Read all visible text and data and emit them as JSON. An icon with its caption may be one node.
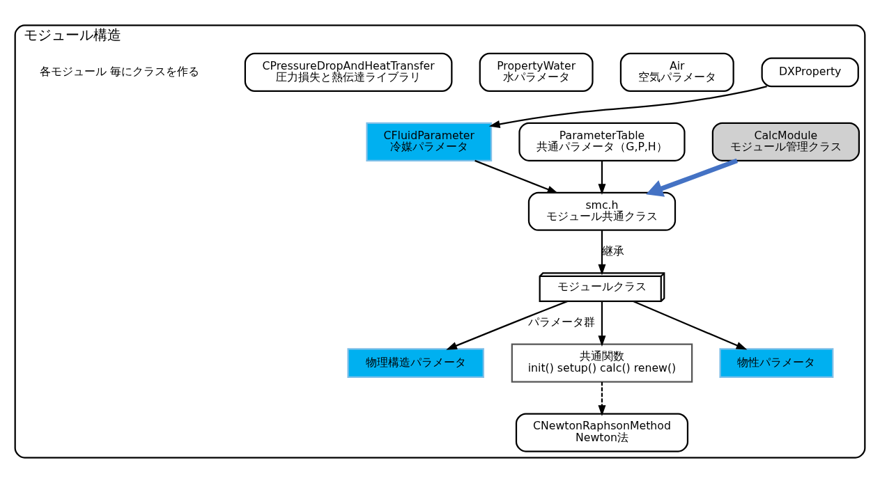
{
  "diagram": {
    "nodes": [
      {
        "text": [
          "モジュール構造"
        ]
      },
      {
        "text": [
          "CalcModule",
          "モジュール管理クラス"
        ],
        "in": 0
      },
      {
        "text": [
          "smc.h",
          "モジュール共通クラス"
        ],
        "in": 0
      },
      {
        "text": [
          "ParameterTable",
          "共通パラメータ（G,P,H）"
        ],
        "in": 0
      },
      {
        "text": [
          "CFluidParameter",
          "冷媒パラメータ"
        ],
        "in": 0
      },
      {
        "text": [
          "DXProperty"
        ],
        "in": 0
      },
      {
        "text": [
          "モジュールクラス"
        ],
        "in": 0
      },
      {
        "text": [
          "物理構造パラメータ"
        ],
        "in": 0
      },
      {
        "text": [
          "Air",
          "空気パラメータ"
        ],
        "in": 0
      },
      {
        "text": [
          "PropertyWater",
          "水パラメータ"
        ],
        "in": 0
      },
      {
        "text": [
          "CPressureDropAndHeatTransfer",
          "圧力損失と熱伝達ライブラリ"
        ],
        "in": 0
      },
      {
        "text": [
          "共通関数",
          "init() setup() calc() renew()"
        ],
        "in": 0
      },
      {
        "text": [
          "物性パラメータ"
        ],
        "in": 0
      },
      {
        "text": [
          "CNewtonRaphsonMethod",
          "Newton法"
        ],
        "in": 0
      }
    ],
    "edges": [
      {
        "from": 1,
        "to": 2,
        "arrow": "to",
        "style": "thick",
        "color": "#4472c4"
      },
      {
        "from": 3,
        "to": 2,
        "arrow": "to"
      },
      {
        "from": 4,
        "to": 2,
        "arrow": "to"
      },
      {
        "from": 5,
        "to": 4,
        "arrow": "to"
      },
      {
        "from": 2,
        "to": 6,
        "arrow": "to",
        "label": "継承"
      },
      {
        "from": 6,
        "to": 11,
        "arrow": "to"
      },
      {
        "from": 6,
        "to": 12,
        "arrow": "to"
      },
      {
        "from": 6,
        "to": 7,
        "arrow": "to",
        "label": "パラメータ群"
      },
      {
        "from": 11,
        "to": 13,
        "arrow": "to",
        "style": "dashed"
      }
    ],
    "labels": [
      "各モジュール 毎にクラスを作る"
    ]
  }
}
